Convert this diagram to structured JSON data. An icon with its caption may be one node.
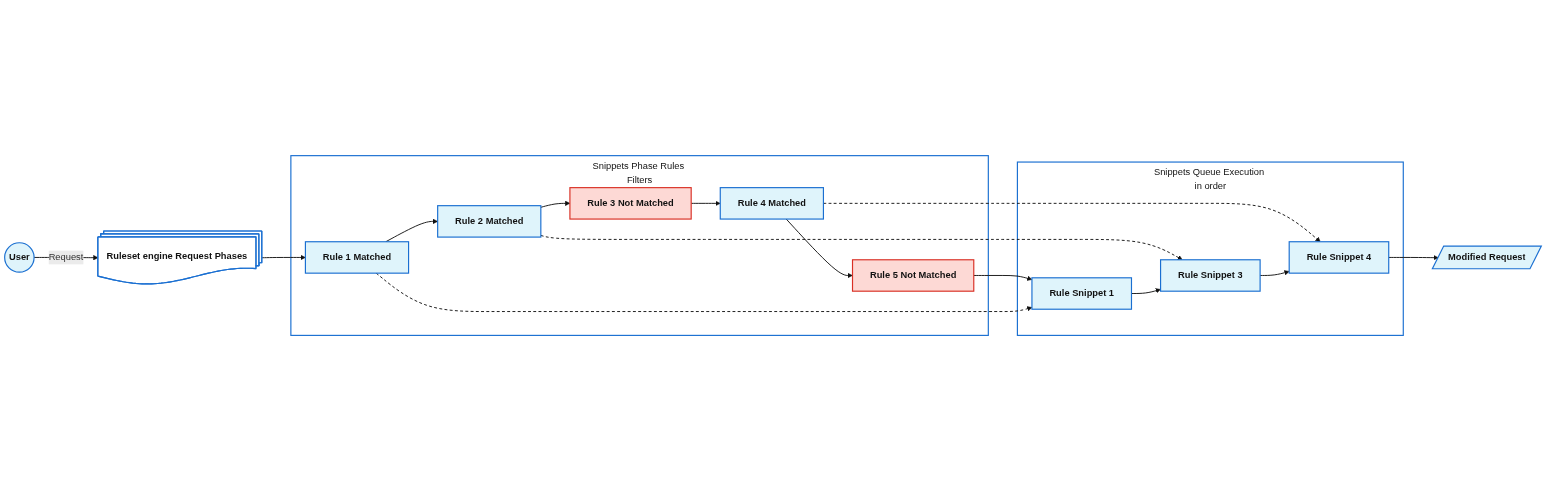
{
  "diagram": {
    "nodes": [
      {
        "text": [
          "User"
        ]
      },
      {
        "text": [
          "Ruleset engine Request Phases"
        ]
      },
      {
        "text": [
          "Snippets Phase Rules Filters"
        ]
      },
      {
        "text": [
          "Rule 1 Matched"
        ],
        "in": 2
      },
      {
        "text": [
          "Rule 2 Matched"
        ],
        "in": 2
      },
      {
        "text": [
          "Rule 3 Not Matched"
        ],
        "in": 2
      },
      {
        "text": [
          "Rule 4 Matched"
        ],
        "in": 2
      },
      {
        "text": [
          "Rule 5 Not Matched"
        ],
        "in": 2
      },
      {
        "text": [
          "Snippets Queue Execution in order"
        ]
      },
      {
        "text": [
          "Rule Snippet 1"
        ],
        "in": 8
      },
      {
        "text": [
          "Rule Snippet 3"
        ],
        "in": 8
      },
      {
        "text": [
          "Rule Snippet 4"
        ],
        "in": 8
      },
      {
        "text": [
          "Modified Request"
        ]
      }
    ],
    "edges": [
      {
        "from": 0,
        "to": 1,
        "arrow": "to",
        "label": "Request"
      },
      {
        "from": 1,
        "to": 3,
        "arrow": "to"
      },
      {
        "from": 3,
        "to": 4,
        "arrow": "to"
      },
      {
        "from": 4,
        "to": 5,
        "arrow": "to"
      },
      {
        "from": 5,
        "to": 6,
        "arrow": "to"
      },
      {
        "from": 6,
        "to": 7,
        "arrow": "to"
      },
      {
        "from": 7,
        "to": 9,
        "arrow": "to"
      },
      {
        "from": 3,
        "to": 9,
        "arrow": "to",
        "style": "dashed"
      },
      {
        "from": 4,
        "to": 10,
        "arrow": "to",
        "style": "dashed"
      },
      {
        "from": 6,
        "to": 11,
        "arrow": "to",
        "style": "dashed"
      },
      {
        "from": 9,
        "to": 10,
        "arrow": "to"
      },
      {
        "from": 10,
        "to": 11,
        "arrow": "to"
      },
      {
        "from": 11,
        "to": 12,
        "arrow": "to"
      }
    ]
  }
}
